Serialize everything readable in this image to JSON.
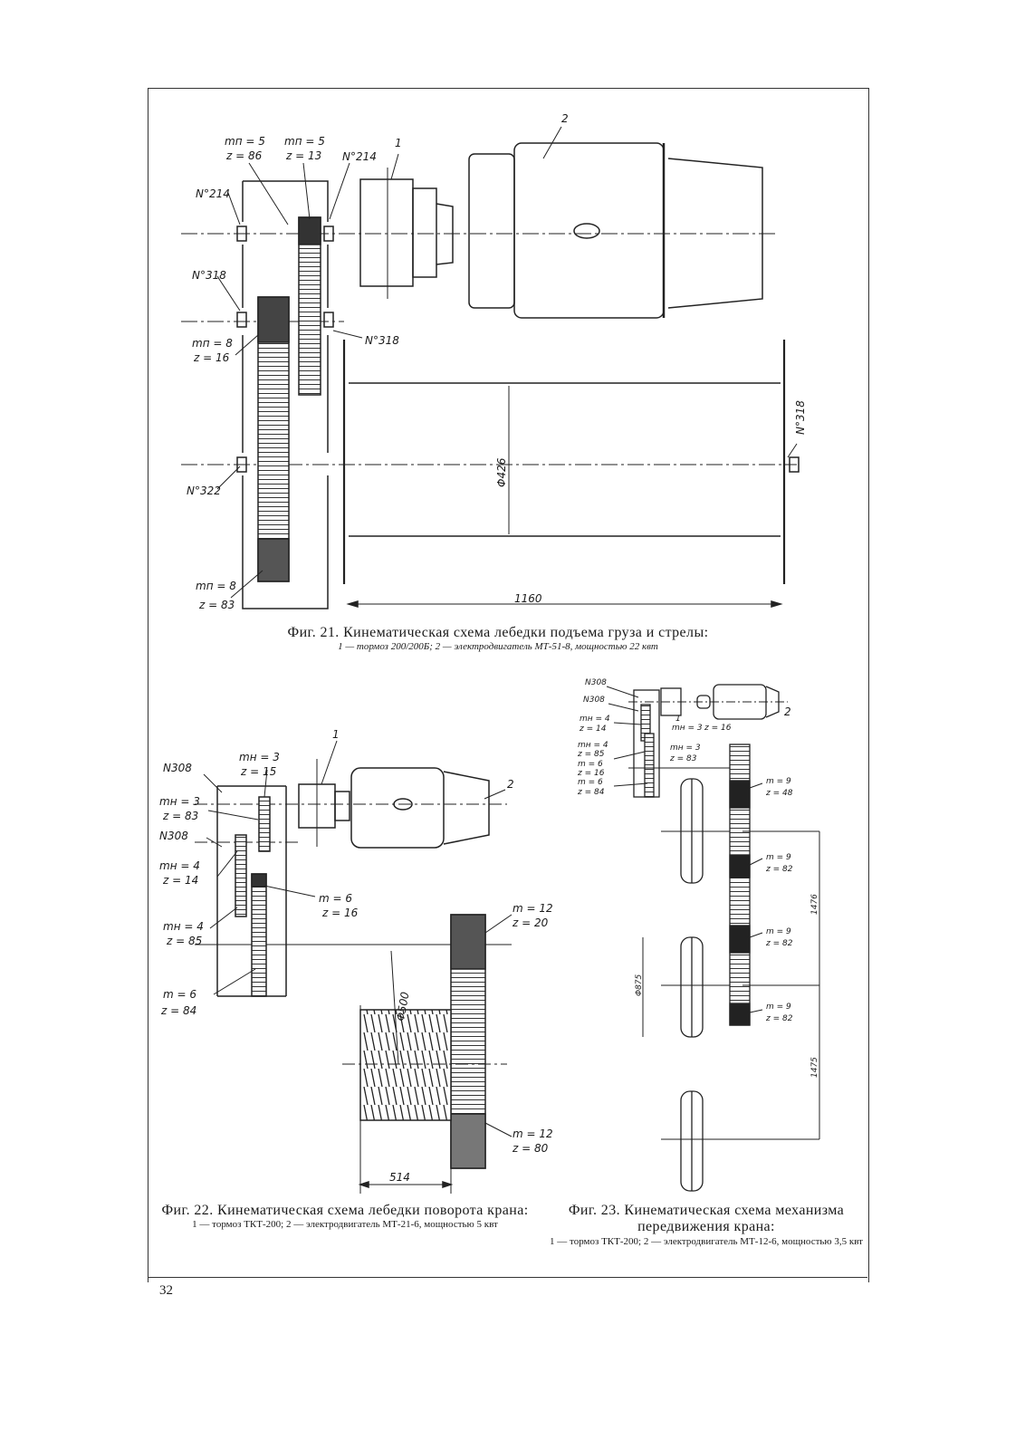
{
  "page_number": "32",
  "fig21": {
    "caption_title": "Фиг. 21. Кинематическая схема лебедки подъема груза и стрелы:",
    "caption_legend": "1 — тормоз   200/200Б; 2 — электродвигатель МТ-51-8, мощностью 22 квт",
    "labels": {
      "gear1": "mп = 5",
      "gear1z": "z = 86",
      "gear2": "mп = 5",
      "gear2z": "z = 13",
      "gear3": "mп = 8",
      "gear3z": "z = 16",
      "gear4": "mп = 8",
      "gear4z": "z = 83",
      "b214a": "N°214",
      "b214b": "N°214",
      "b318a": "N°318",
      "b318b": "N°318",
      "b318c": "N°318",
      "b322": "N°322",
      "part1": "1",
      "part2": "2",
      "drum_dia": "Φ426",
      "length": "1160"
    }
  },
  "fig22": {
    "caption_title": "Фиг. 22. Кинематическая схема лебедки поворота крана:",
    "caption_legend": "1 — тормоз  ТКТ-200;  2 — электродвигатель  МТ-21-6, мощностью 5 квт",
    "labels": {
      "n308a": "N308",
      "n308b": "N308",
      "g1": "mн = 3",
      "g1z": "z = 15",
      "g2": "mн = 3",
      "g2z": "z = 83",
      "g3": "mн = 4",
      "g3z": "z = 14",
      "g4": "m = 6",
      "g4z": "z = 16",
      "g5": "mн = 4",
      "g5z": "z = 85",
      "g6": "m = 6",
      "g6z": "z = 84",
      "g7": "m = 12",
      "g7z": "z = 20",
      "g8": "m = 12",
      "g8z": "z = 80",
      "drum_dia": "Φ500",
      "length": "514",
      "part1": "1",
      "part2": "2"
    }
  },
  "fig23": {
    "caption_title": "Фиг. 23. Кинематическая схема механизма передвижения крана:",
    "caption_legend": "1 — тормоз  ТКТ-200;  2 — электродвигатель МТ-12-6, мощностью 3,5 квт",
    "labels": {
      "n308a": "N308",
      "n308b": "N308",
      "a1": "mн = 4",
      "a1z": "z = 14",
      "a2": "mн = 4",
      "a2z": "z = 85",
      "a3": "m = 6",
      "a3z": "z = 16",
      "a4": "m = 6",
      "a4z": "z = 84",
      "b1": "mн = 3",
      "b1z": "z = 16",
      "b2": "mн = 3",
      "b2z": "z = 83",
      "w1": "m = 9",
      "w1z": "z = 48",
      "w2": "m = 9",
      "w2z": "z = 82",
      "w3": "m = 9",
      "w3z": "z = 82",
      "w4": "m = 9",
      "w4z": "z = 82",
      "dim1": "1476",
      "dim2": "1475",
      "wheel_dia": "Φ875",
      "part1": "1",
      "part2": "2"
    }
  }
}
